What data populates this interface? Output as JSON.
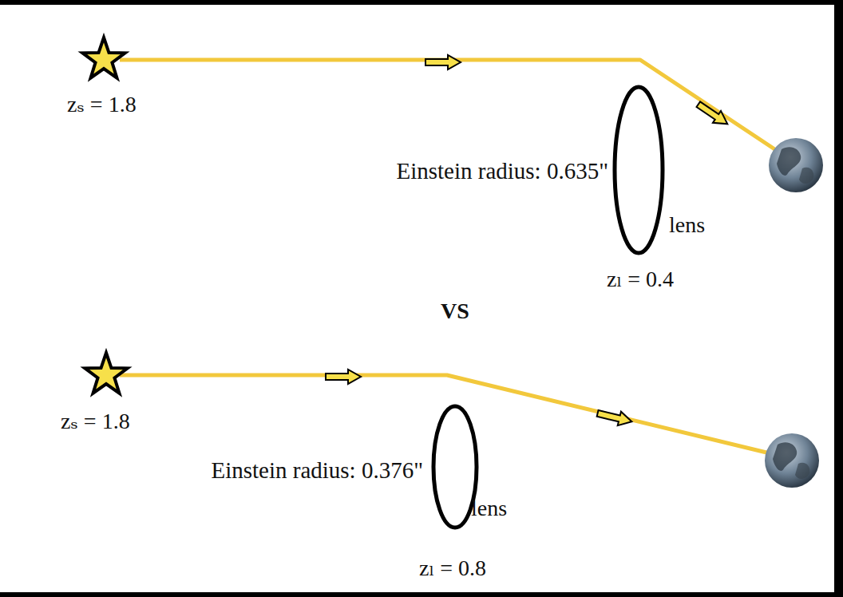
{
  "diagram": {
    "labels": [
      "zₛ = 1.8",
      "Einstein radius: 0.635\"",
      "lens",
      "zₗ = 0.4",
      "VS",
      "zₛ = 1.8",
      "Einstein radius: 0.376\"",
      "lens",
      "zₗ = 0.8"
    ]
  }
}
